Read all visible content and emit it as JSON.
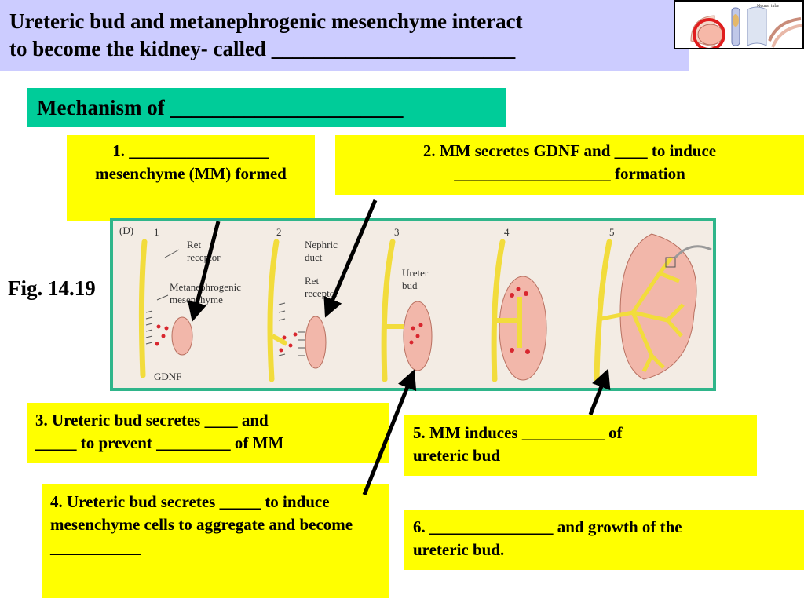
{
  "title": {
    "line1": "Ureteric bud and metanephrogenic mesenchyme interact",
    "line2": "to become the kidney- called _______________________"
  },
  "thumbnail": {
    "label": "Neural tube"
  },
  "mechanism": {
    "text": "Mechanism of ______________________"
  },
  "steps": {
    "s1": "1. _________________ mesenchyme (MM) formed",
    "s2_line1": "2. MM secretes GDNF and ____ to induce",
    "s2_line2": "___________________ formation",
    "s3_line1": "3. Ureteric bud secretes ____ and",
    "s3_line2": "_____ to prevent _________ of MM",
    "s4": "4. Ureteric bud secretes _____ to induce mesenchyme cells to aggregate and become ___________",
    "s5_line1": "5. MM induces __________ of",
    "s5_line2": "ureteric bud",
    "s6_line1": "6. _______________ and growth of the",
    "s6_line2": "ureteric bud."
  },
  "fig_label": "Fig. 14.19",
  "figure": {
    "panel_label": "(D)",
    "stage_numbers": [
      "1",
      "2",
      "3",
      "4",
      "5"
    ],
    "labels": {
      "ret1_a": "Ret",
      "ret1_b": "receptor",
      "meta_a": "Metanephrogenic",
      "meta_b": "mesenchyme",
      "gdnf": "GDNF",
      "nephric_a": "Nephric",
      "nephric_b": "duct",
      "ret2_a": "Ret",
      "ret2_b": "receptor",
      "ureter_a": "Ureter",
      "ureter_b": "bud"
    },
    "colors": {
      "border": "#2fb58a",
      "background": "#f3ece4",
      "duct": "#f2dc3c",
      "mesenchyme": "#f2b7aa",
      "dots": "#d8262e"
    }
  },
  "colors": {
    "title_bg": "#ccccff",
    "mechanism_bg": "#00cc99",
    "step_bg": "#ffff00",
    "thumb_circle": "#e01e1e"
  }
}
